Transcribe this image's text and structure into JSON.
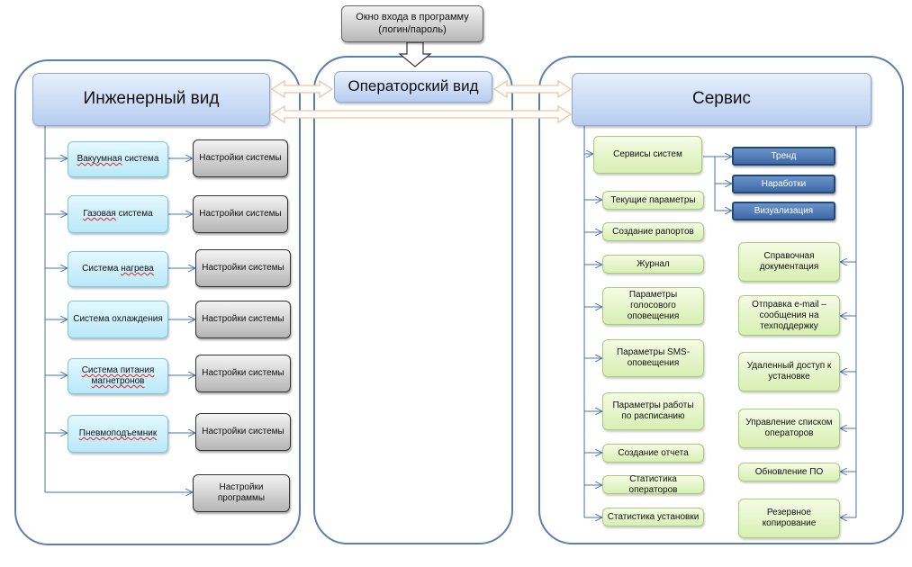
{
  "login": {
    "line1": "Окно входа в программу",
    "line2": "(логин/пароль)"
  },
  "engineering": {
    "title": "Инженерный вид",
    "systems": [
      {
        "name_pre": "",
        "name_wavy": "Вакуумная",
        "name_post": " система",
        "settings": "Настройки системы"
      },
      {
        "name_pre": "",
        "name_wavy": "Газовая",
        "name_post": " система",
        "settings": "Настройки системы"
      },
      {
        "name_pre": "Система ",
        "name_wavy": "нагрева",
        "name_post": "",
        "settings": "Настройки системы"
      },
      {
        "name_pre": "Система охлаждения",
        "name_wavy": "",
        "name_post": "",
        "settings": "Настройки системы"
      },
      {
        "name_pre": "",
        "name_wavy": "Система питания",
        "name_post": "",
        "name_line2": "магнетронов",
        "settings": "Настройки системы"
      },
      {
        "name_pre": "",
        "name_wavy": "Пневмоподъемник",
        "name_post": "",
        "settings": "Настройки системы"
      }
    ],
    "program_settings": "Настройки программы"
  },
  "operator": {
    "title": "Операторский вид"
  },
  "service": {
    "title": "Сервис",
    "system_services": "Сервисы систем",
    "subsystems": [
      "Тренд",
      "Наработки",
      "Визуализация"
    ],
    "left_items": [
      "Текущие параметры",
      "Создание рапортов",
      "Журнал",
      "Параметры голосового оповещения",
      "Параметры SMS-оповещения",
      "Параметры работы по расписанию",
      "Создание отчета",
      "Статистика операторов",
      "Статистика установки"
    ],
    "right_items": [
      "Справочная документация",
      "Отправка  e-mail – сообщения на техподдержку",
      "Удаленный доступ к установке",
      "Управление списком операторов",
      "Обновление ПО",
      "Резервное копирование"
    ]
  },
  "colors": {
    "panel_border": "#5b7fae",
    "connector": "#4a72b0",
    "double_arrow": "#f2c49b",
    "subsystem_fill": "#4a74ae"
  }
}
